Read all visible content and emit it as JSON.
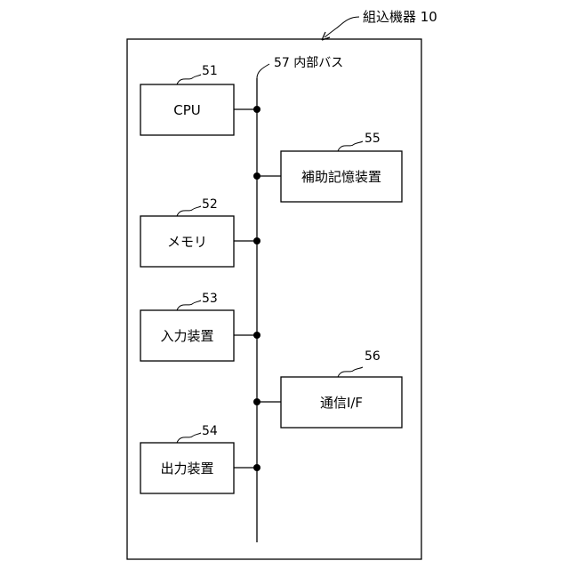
{
  "title": "組込機器 10",
  "bus_label": "57 内部バス",
  "components": [
    {
      "ref": "51",
      "label": "CPU"
    },
    {
      "ref": "55",
      "label": "補助記憶装置"
    },
    {
      "ref": "52",
      "label": "メモリ"
    },
    {
      "ref": "53",
      "label": "入力装置"
    },
    {
      "ref": "56",
      "label": "通信I/F"
    },
    {
      "ref": "54",
      "label": "出力装置"
    }
  ]
}
